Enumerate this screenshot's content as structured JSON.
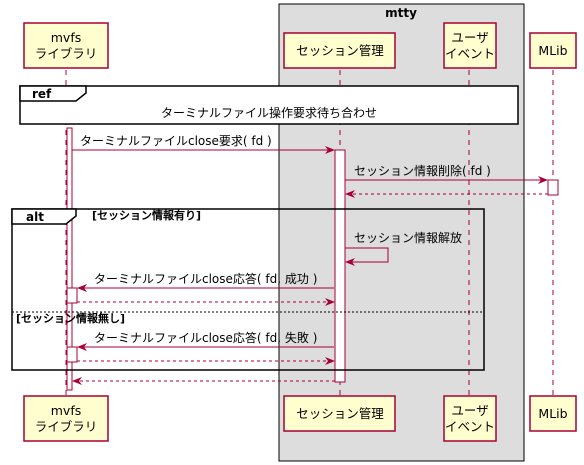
{
  "box": {
    "title": "mtty"
  },
  "participants": {
    "mvfs": [
      "mvfs",
      "ライブラリ"
    ],
    "session": [
      "セッション管理"
    ],
    "user": [
      "ユーザ",
      "イベント"
    ],
    "mlib": [
      "MLib"
    ]
  },
  "ref": {
    "tag": "ref",
    "text": "ターミナルファイル操作要求待ち合わせ"
  },
  "messages": {
    "m1": "ターミナルファイルclose要求( fd )",
    "m2": "セッション情報削除( fd )",
    "m3": "セッション情報解放",
    "m4": "ターミナルファイルclose応答( fd, 成功 )",
    "m5": "ターミナルファイルclose応答( fd, 失敗 )"
  },
  "alt": {
    "tag": "alt",
    "guard1": "[セッション情報有り]",
    "guard2": "[セッション情報無し]"
  },
  "colors": {
    "participant_fill": "#FEFECE",
    "participant_border": "#A80036",
    "box_fill": "#DDDDDD",
    "arrow": "#A80036"
  }
}
